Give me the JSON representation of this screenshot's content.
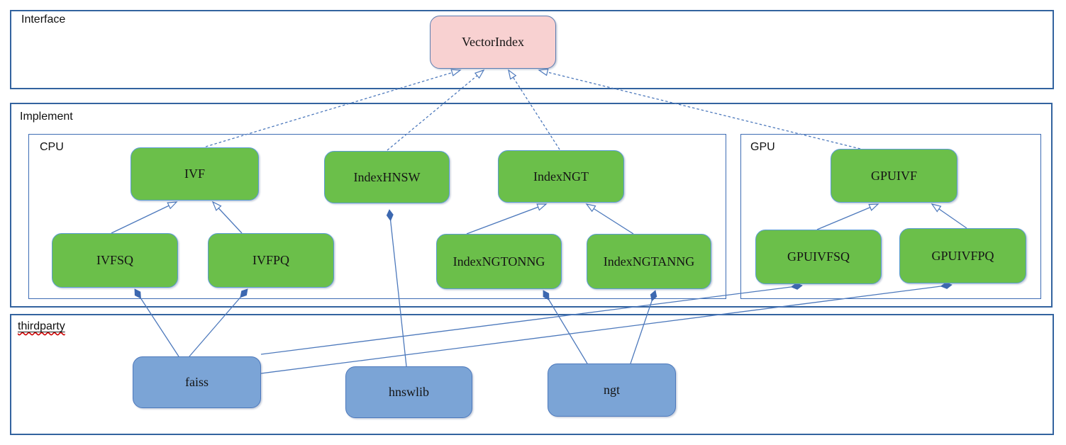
{
  "diagram": {
    "containers": [
      {
        "id": "interface",
        "label": "Interface"
      },
      {
        "id": "implement",
        "label": "Implement"
      },
      {
        "id": "cpu",
        "label": "CPU"
      },
      {
        "id": "gpu",
        "label": "GPU"
      },
      {
        "id": "thirdparty",
        "label": "thirdparty",
        "spellcheck_underline": true
      }
    ],
    "nodes": [
      {
        "id": "vectorindex",
        "label": "VectorIndex",
        "kind": "interface"
      },
      {
        "id": "ivf",
        "label": "IVF",
        "kind": "class"
      },
      {
        "id": "indexhnsw",
        "label": "IndexHNSW",
        "kind": "class"
      },
      {
        "id": "indexngt",
        "label": "IndexNGT",
        "kind": "class"
      },
      {
        "id": "ivfsq",
        "label": "IVFSQ",
        "kind": "class"
      },
      {
        "id": "ivfpq",
        "label": "IVFPQ",
        "kind": "class"
      },
      {
        "id": "indexngtonng",
        "label": "IndexNGTONNG",
        "kind": "class"
      },
      {
        "id": "indexngtanng",
        "label": "IndexNGTANNG",
        "kind": "class"
      },
      {
        "id": "gpuivf",
        "label": "GPUIVF",
        "kind": "class"
      },
      {
        "id": "gpuivfsq",
        "label": "GPUIVFSQ",
        "kind": "class"
      },
      {
        "id": "gpuivfpq",
        "label": "GPUIVFPQ",
        "kind": "class"
      },
      {
        "id": "faiss",
        "label": "faiss",
        "kind": "thirdparty-lib"
      },
      {
        "id": "hnswlib",
        "label": "hnswlib",
        "kind": "thirdparty-lib"
      },
      {
        "id": "ngt",
        "label": "ngt",
        "kind": "thirdparty-lib"
      }
    ],
    "edges": [
      {
        "from": "ivf",
        "to": "vectorindex",
        "type": "realization"
      },
      {
        "from": "indexhnsw",
        "to": "vectorindex",
        "type": "realization"
      },
      {
        "from": "indexngt",
        "to": "vectorindex",
        "type": "realization"
      },
      {
        "from": "gpuivf",
        "to": "vectorindex",
        "type": "realization"
      },
      {
        "from": "ivfsq",
        "to": "ivf",
        "type": "generalization"
      },
      {
        "from": "ivfpq",
        "to": "ivf",
        "type": "generalization"
      },
      {
        "from": "indexngtonng",
        "to": "indexngt",
        "type": "generalization"
      },
      {
        "from": "indexngtanng",
        "to": "indexngt",
        "type": "generalization"
      },
      {
        "from": "gpuivfsq",
        "to": "gpuivf",
        "type": "generalization"
      },
      {
        "from": "gpuivfpq",
        "to": "gpuivf",
        "type": "generalization"
      },
      {
        "from": "faiss",
        "to": "ivfsq",
        "type": "composition"
      },
      {
        "from": "faiss",
        "to": "ivfpq",
        "type": "composition"
      },
      {
        "from": "faiss",
        "to": "gpuivfsq",
        "type": "composition"
      },
      {
        "from": "faiss",
        "to": "gpuivfpq",
        "type": "composition"
      },
      {
        "from": "hnswlib",
        "to": "indexhnsw",
        "type": "composition"
      },
      {
        "from": "ngt",
        "to": "indexngtonng",
        "type": "composition"
      },
      {
        "from": "ngt",
        "to": "indexngtanng",
        "type": "composition"
      }
    ],
    "colors": {
      "interface_fill": "#f8d1d1",
      "interface_border": "#5b7db1",
      "class_fill": "#6bbf4a",
      "class_border": "#5b9bd5",
      "thirdparty_fill": "#7ba4d6",
      "thirdparty_border": "#4d79bc",
      "container_border": "#33639f",
      "connector": "#4d79bc",
      "diamond_fill": "#3d68b0",
      "spellcheck_red": "#cc0000"
    }
  }
}
